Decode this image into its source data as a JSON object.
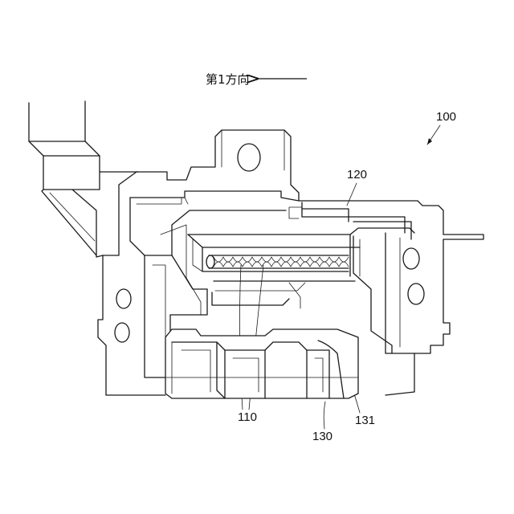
{
  "direction": {
    "text": "第1方向"
  },
  "labels": {
    "l100": "100",
    "l120": "120",
    "l110": "110",
    "l130": "130",
    "l131": "131"
  }
}
